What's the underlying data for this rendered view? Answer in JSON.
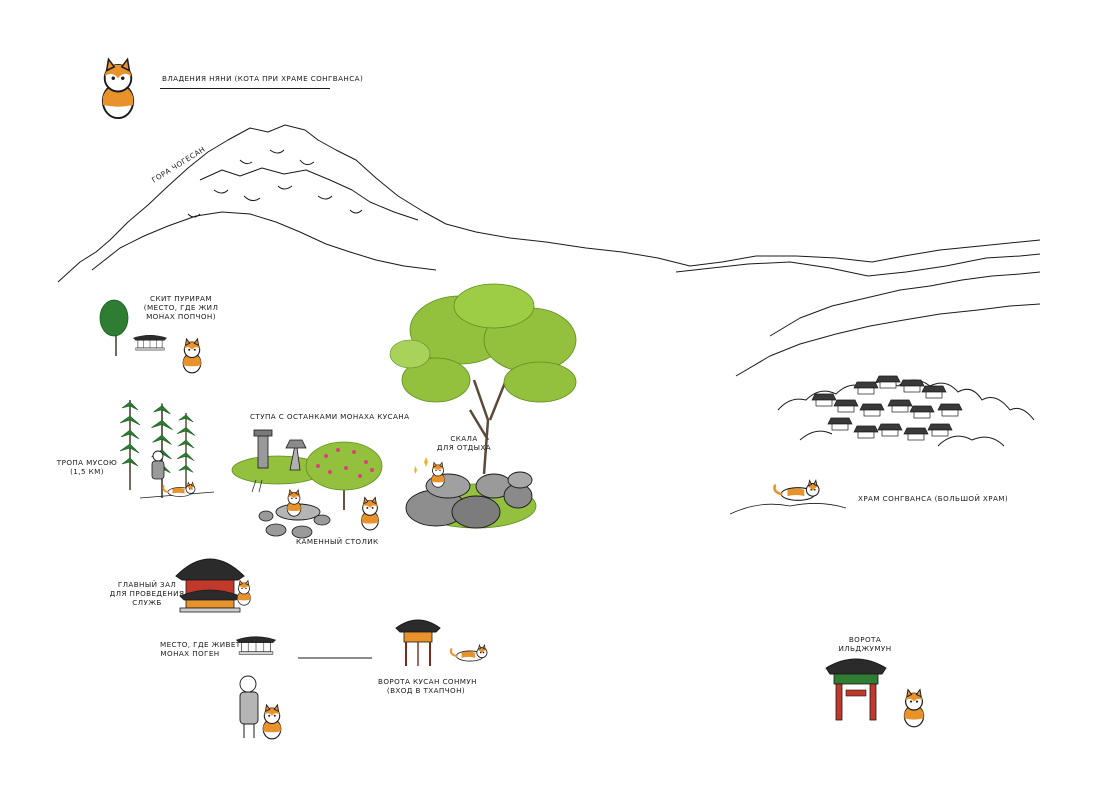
{
  "legend": {
    "title": "Владения Няни (кота при храме Сонгванса)",
    "icon": "cat-icon"
  },
  "places": {
    "mountain": "Гора Чогесан",
    "skit": {
      "lines": [
        "Скит Пурирам",
        "(место, где жил",
        "монах Попчон)"
      ]
    },
    "trail": {
      "lines": [
        "Тропа Мусою",
        "(1,5 км)"
      ]
    },
    "stupa": "Ступа с останками монаха Кусана",
    "rock": {
      "lines": [
        "Скала",
        "для отдыха"
      ]
    },
    "stone_table": "Каменный столик",
    "big_temple": "Храм Сонгванса (большой храм)",
    "main_hall": {
      "lines": [
        "Главный зал",
        "для проведения",
        "служб"
      ]
    },
    "monk_place": {
      "lines": [
        "Место, где живет",
        "монах Поген"
      ]
    },
    "gate_kusan": {
      "lines": [
        "Ворота Кусан Сонмун",
        "(вход в Тхапчон)"
      ]
    },
    "gate_ildzhumun": {
      "lines": [
        "Ворота",
        "Ильджумун"
      ]
    }
  },
  "colors": {
    "ink": "#1a1a1a",
    "tree_green": "#93c13e",
    "dark_green": "#2e7d32",
    "cat_orange": "#e8922c",
    "rock_gray": "#8e8e8e",
    "gate_red": "#c0392b",
    "blossom_pink": "#d9427f"
  }
}
